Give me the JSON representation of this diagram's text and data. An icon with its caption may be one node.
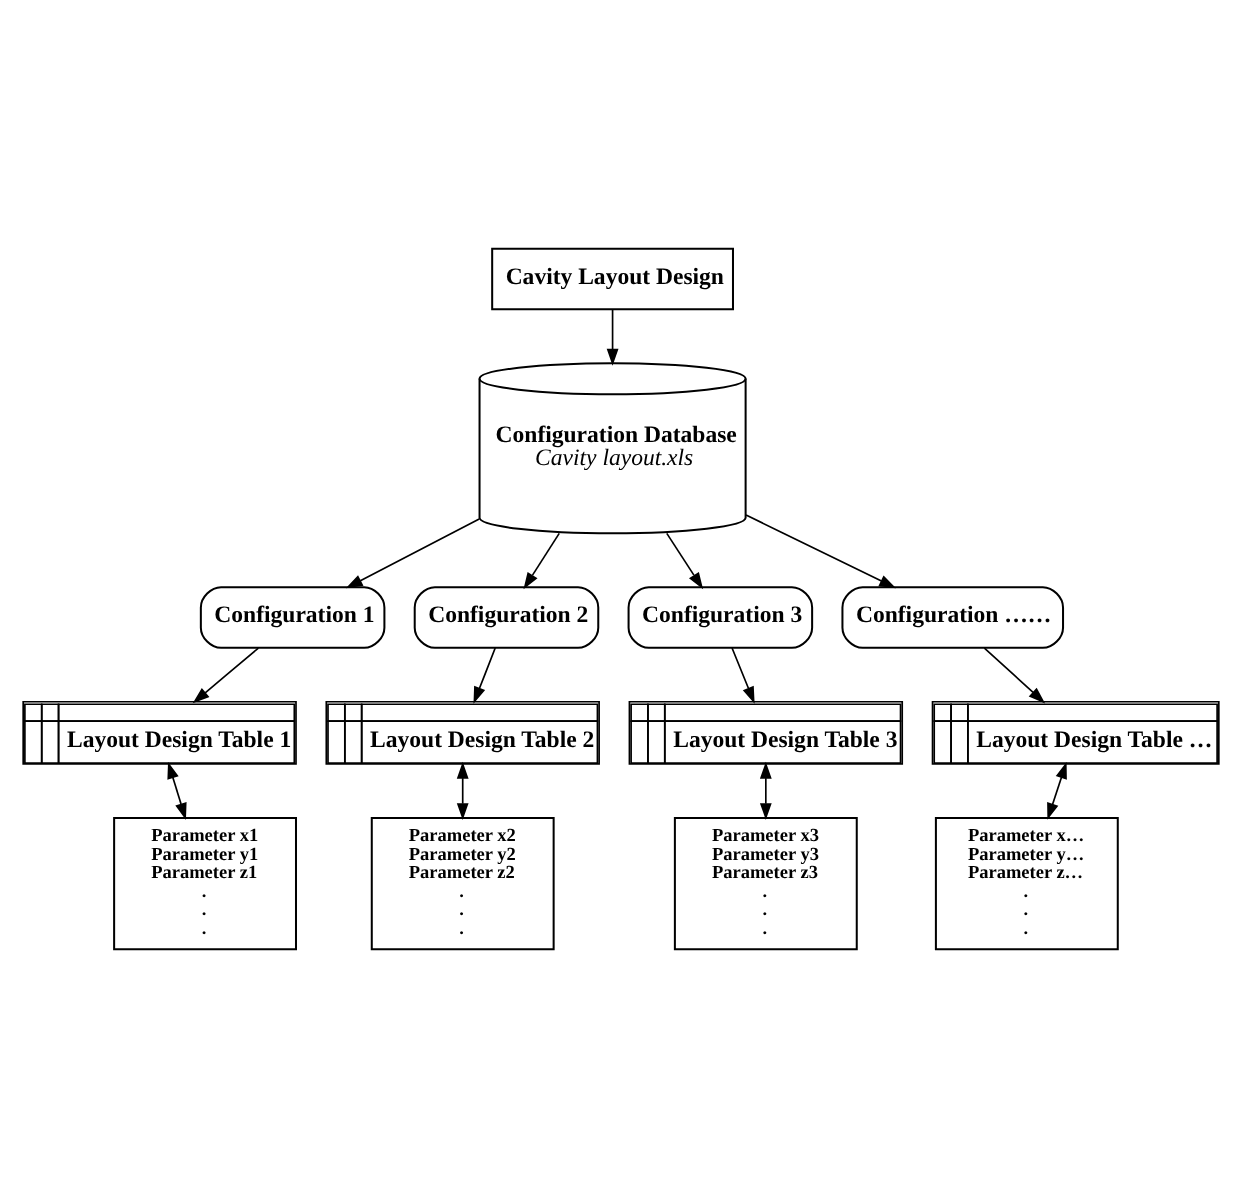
{
  "diagram": {
    "nodes": [
      {
        "text": [
          "Cavity Layout Design"
        ]
      },
      {
        "text": [
          "Configuration Database",
          "Cavity layout.xls"
        ]
      },
      {
        "text": [
          "Configuration 1"
        ]
      },
      {
        "text": [
          "Configuration 2"
        ]
      },
      {
        "text": [
          "Configuration 3"
        ]
      },
      {
        "text": [
          "Configuration ……"
        ]
      },
      {
        "text": [
          "Layout Design Table 1"
        ]
      },
      {
        "text": [
          "Layout Design Table 2"
        ]
      },
      {
        "text": [
          "Layout Design Table 3"
        ]
      },
      {
        "text": [
          "Layout Design Table …"
        ]
      },
      {
        "text": [
          "Parameter x1",
          "Parameter y1",
          "Parameter z1",
          ".",
          ".",
          "."
        ]
      },
      {
        "text": [
          "Parameter x2",
          "Parameter y2",
          "Parameter z2",
          ".",
          ".",
          "."
        ]
      },
      {
        "text": [
          "Parameter x3",
          "Parameter y3",
          "Parameter z3",
          ".",
          ".",
          "."
        ]
      },
      {
        "text": [
          "Parameter x…",
          "Parameter y…",
          "Parameter z…",
          ".",
          ".",
          "."
        ]
      }
    ],
    "edges": [
      {
        "from": 0,
        "to": 1,
        "arrow": "to"
      },
      {
        "from": 1,
        "to": 2,
        "arrow": "to"
      },
      {
        "from": 1,
        "to": 3,
        "arrow": "to"
      },
      {
        "from": 1,
        "to": 4,
        "arrow": "to"
      },
      {
        "from": 1,
        "to": 5,
        "arrow": "to"
      },
      {
        "from": 2,
        "to": 6,
        "arrow": "to"
      },
      {
        "from": 3,
        "to": 7,
        "arrow": "to"
      },
      {
        "from": 4,
        "to": 8,
        "arrow": "to"
      },
      {
        "from": 5,
        "to": 9,
        "arrow": "to"
      },
      {
        "from": 6,
        "to": 10,
        "arrow": "both"
      },
      {
        "from": 7,
        "to": 11,
        "arrow": "both"
      },
      {
        "from": 8,
        "to": 12,
        "arrow": "both"
      },
      {
        "from": 9,
        "to": 13,
        "arrow": "both"
      }
    ]
  }
}
